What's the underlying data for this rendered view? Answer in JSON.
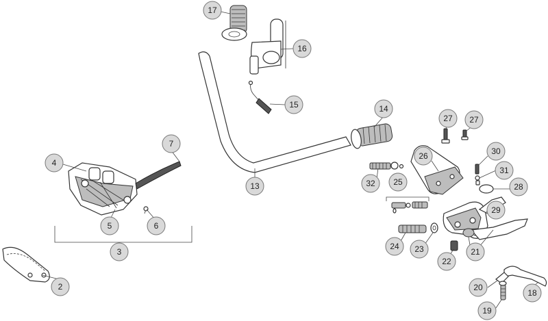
{
  "colors": {
    "callout_fill": "#d9d9d9",
    "callout_stroke": "#777777",
    "line": "#333333"
  },
  "callouts": [
    {
      "id": "c17",
      "label": "17"
    },
    {
      "id": "c16",
      "label": "16"
    },
    {
      "id": "c15",
      "label": "15"
    },
    {
      "id": "c14",
      "label": "14"
    },
    {
      "id": "c13",
      "label": "13"
    },
    {
      "id": "c7",
      "label": "7"
    },
    {
      "id": "c4",
      "label": "4"
    },
    {
      "id": "c5",
      "label": "5"
    },
    {
      "id": "c6",
      "label": "6"
    },
    {
      "id": "c3",
      "label": "3"
    },
    {
      "id": "c2",
      "label": "2"
    },
    {
      "id": "c27a",
      "label": "27"
    },
    {
      "id": "c27b",
      "label": "27"
    },
    {
      "id": "c26",
      "label": "26"
    },
    {
      "id": "c30",
      "label": "30"
    },
    {
      "id": "c31",
      "label": "31"
    },
    {
      "id": "c28",
      "label": "28"
    },
    {
      "id": "c32",
      "label": "32"
    },
    {
      "id": "c25",
      "label": "25"
    },
    {
      "id": "c29",
      "label": "29"
    },
    {
      "id": "c24",
      "label": "24"
    },
    {
      "id": "c23",
      "label": "23"
    },
    {
      "id": "c21",
      "label": "21"
    },
    {
      "id": "c22",
      "label": "22"
    },
    {
      "id": "c20",
      "label": "20"
    },
    {
      "id": "c18",
      "label": "18"
    },
    {
      "id": "c19",
      "label": "19"
    }
  ]
}
